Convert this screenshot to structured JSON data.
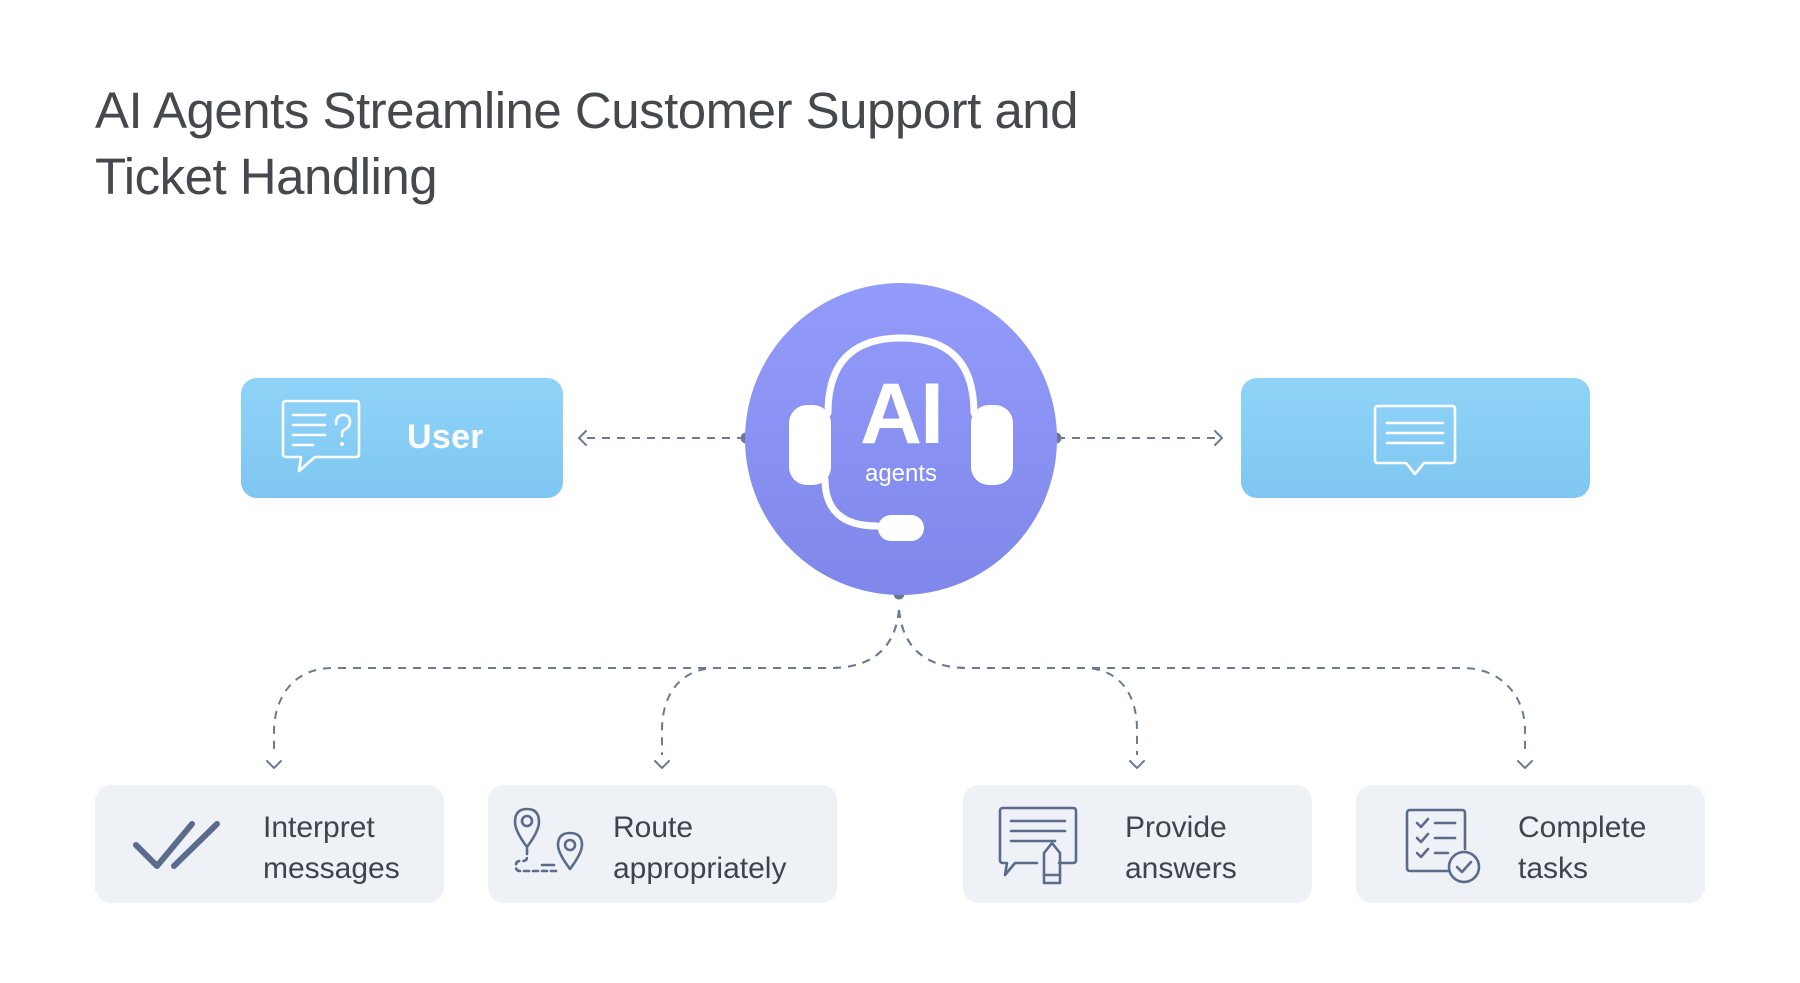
{
  "title": {
    "line1": "AI Agents Streamline Customer Support and",
    "line2": "Ticket Handling"
  },
  "user_box": {
    "label": "User",
    "icon": "chat-question-icon"
  },
  "response_box": {
    "icon": "message-icon"
  },
  "hub": {
    "big": "AI",
    "small": "agents",
    "icon": "headset-icon"
  },
  "colors": {
    "pill": "#86cdf5",
    "hub": "#8991f2",
    "card": "#eef1f6",
    "connector": "#6b7a94",
    "icon": "#5b6b8c"
  },
  "cards": [
    {
      "line1": "Interpret",
      "line2": "messages",
      "icon": "double-check-icon"
    },
    {
      "line1": "Route",
      "line2": "appropriately",
      "icon": "route-pins-icon"
    },
    {
      "line1": "Provide",
      "line2": "answers",
      "icon": "chat-pencil-icon"
    },
    {
      "line1": "Complete",
      "line2": "tasks",
      "icon": "checklist-icon"
    }
  ]
}
